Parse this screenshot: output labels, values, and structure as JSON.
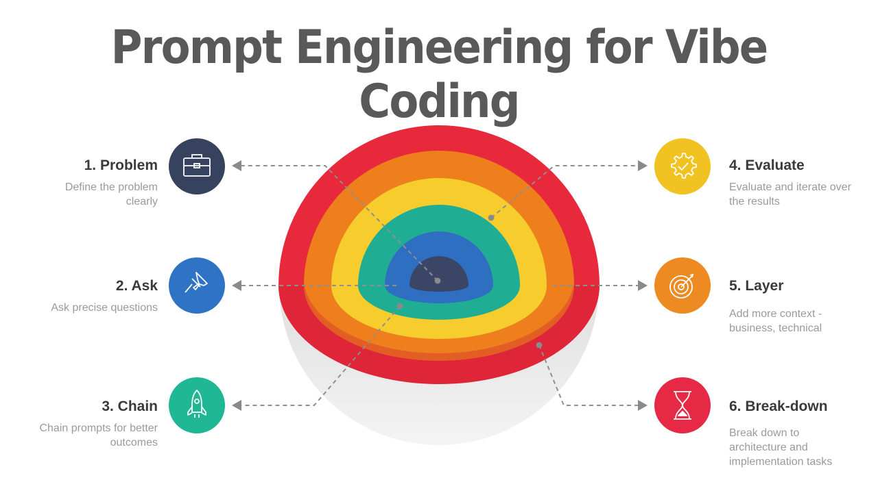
{
  "title": "Prompt Engineering for Vibe Coding",
  "colors": {
    "title": "#595959",
    "ring_red": "#e8283b",
    "ring_orange": "#ee7f1c",
    "ring_yellow": "#f7cd2d",
    "ring_teal": "#1fae93",
    "ring_blue": "#2f6fc1",
    "core_navy": "#3b4666",
    "sphere_gray": "#e7e7e7"
  },
  "steps": [
    {
      "id": 1,
      "title": "1. Problem",
      "desc": [
        "Define the problem",
        "clearly"
      ],
      "icon": "briefcase-icon",
      "color": "#37425e"
    },
    {
      "id": 2,
      "title": "2. Ask",
      "desc": [
        "Ask precise questions"
      ],
      "icon": "pushpin-icon",
      "color": "#2f73c4"
    },
    {
      "id": 3,
      "title": "3. Chain",
      "desc": [
        "Chain prompts for better",
        "outcomes"
      ],
      "icon": "rocket-icon",
      "color": "#20b894"
    },
    {
      "id": 4,
      "title": "4. Evaluate",
      "desc": [
        "Evaluate and iterate over",
        "the results"
      ],
      "icon": "gear-check-icon",
      "color": "#f1c322"
    },
    {
      "id": 5,
      "title": "5. Layer",
      "desc": [
        "Add more context -",
        "business, technical"
      ],
      "icon": "target-icon",
      "color": "#ee8a22"
    },
    {
      "id": 6,
      "title": "6. Break-down",
      "desc": [
        "Break down to",
        "architecture and",
        "implementation tasks"
      ],
      "icon": "hourglass-icon",
      "color": "#e62a46"
    }
  ]
}
